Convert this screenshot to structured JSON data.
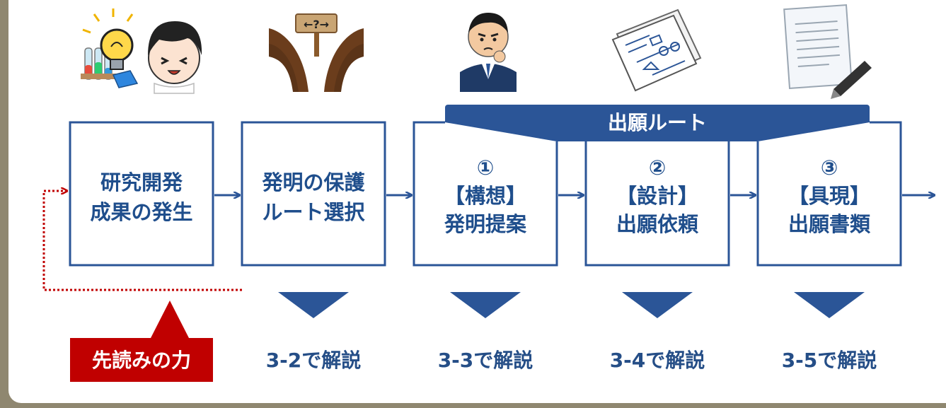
{
  "colors": {
    "primary": "#2b5597",
    "text_blue": "#1f4e8c",
    "accent_red": "#c00000",
    "frame": "#8f8770"
  },
  "steps": [
    {
      "id": "research",
      "lines": [
        "研究開発",
        "成果の発生"
      ],
      "icon": "lightbulb-researcher-icon"
    },
    {
      "id": "route",
      "lines": [
        "発明の保護",
        "ルート選択"
      ],
      "icon": "crossroads-signpost-icon"
    },
    {
      "id": "concept",
      "number": "①",
      "lines": [
        "【構想】",
        "発明提案"
      ],
      "icon": "thinking-businessman-icon"
    },
    {
      "id": "design",
      "number": "②",
      "lines": [
        "【設計】",
        "出願依頼"
      ],
      "icon": "blueprint-drawings-icon"
    },
    {
      "id": "realize",
      "number": "③",
      "lines": [
        "【具現】",
        "出願書類"
      ],
      "icon": "document-pen-icon"
    }
  ],
  "banner": {
    "label": "出願ルート"
  },
  "foresight": {
    "label": "先読みの力"
  },
  "explanations": [
    "3-2で解説",
    "3-3で解説",
    "3-4で解説",
    "3-5で解説"
  ]
}
